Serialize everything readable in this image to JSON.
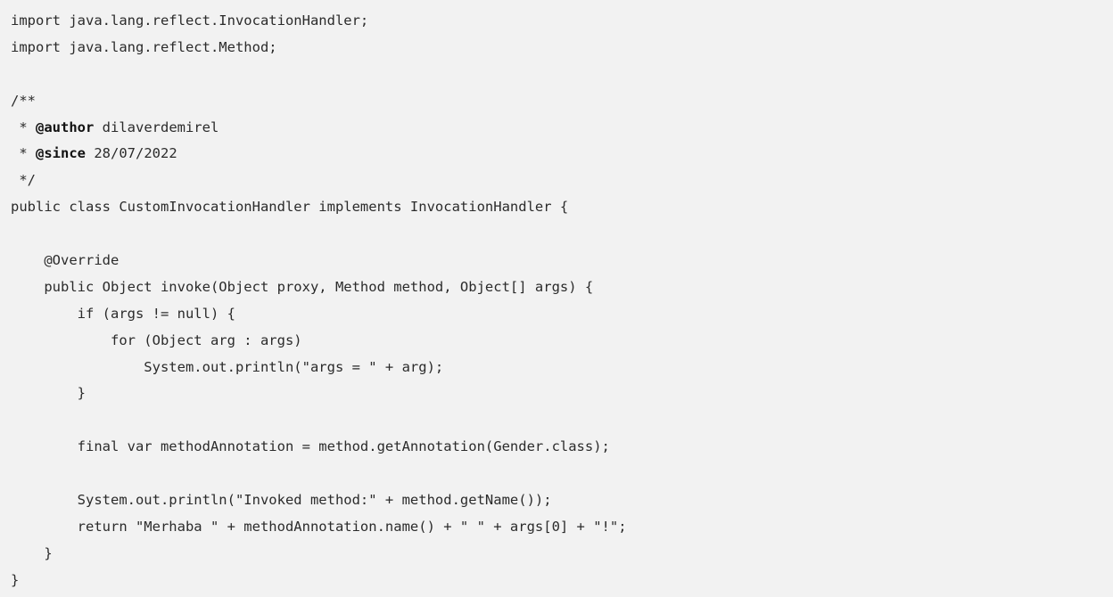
{
  "code": {
    "lines": [
      "import java.lang.reflect.InvocationHandler;",
      "import java.lang.reflect.Method;",
      "",
      "/**",
      {
        "prefix": " * ",
        "tag": "@author",
        "text": " dilaverdemirel"
      },
      {
        "prefix": " * ",
        "tag": "@since",
        "text": " 28/07/2022"
      },
      " */",
      "public class CustomInvocationHandler implements InvocationHandler {",
      "",
      "    @Override",
      "    public Object invoke(Object proxy, Method method, Object[] args) {",
      "        if (args != null) {",
      "            for (Object arg : args)",
      "                System.out.println(\"args = \" + arg);",
      "        }",
      "",
      "        final var methodAnnotation = method.getAnnotation(Gender.class);",
      "",
      "        System.out.println(\"Invoked method:\" + method.getName());",
      "        return \"Merhaba \" + methodAnnotation.name() + \" \" + args[0] + \"!\";",
      "    }",
      "}"
    ]
  }
}
